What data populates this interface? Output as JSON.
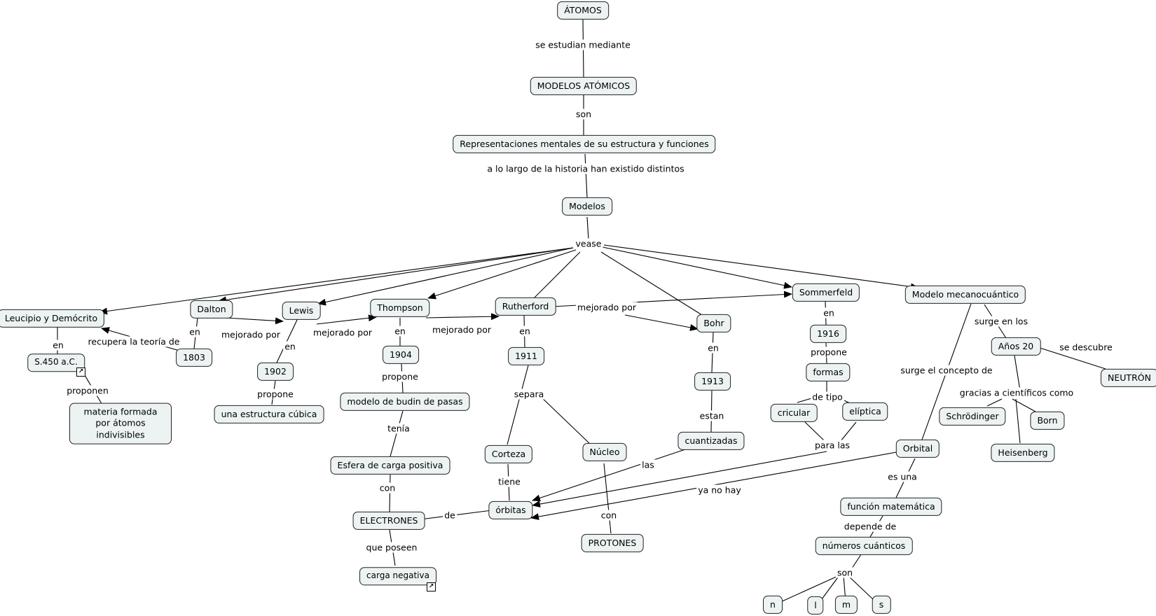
{
  "nodes": {
    "atomos": "ÁTOMOS",
    "modelos_atomicos": "MODELOS ATÓMICOS",
    "representaciones": "Representaciones mentales de su estructura y funciones",
    "modelos": "Modelos",
    "leucipio": "Leucipio y Demócrito",
    "s450": "S.450 a.C.",
    "materia": "materia formada por átomos indivisibles",
    "dalton": "Dalton",
    "y1803": "1803",
    "lewis": "Lewis",
    "y1902": "1902",
    "cubica": "una estructura cúbica",
    "thompson": "Thompson",
    "y1904": "1904",
    "budin": "modelo de budin de pasas",
    "esfera": "Esfera de carga positiva",
    "electrones": "ELECTRONES",
    "carga_neg": "carga negativa",
    "rutherford": "Rutherford",
    "y1911": "1911",
    "corteza": "Corteza",
    "nucleo": "Núcleo",
    "orbitas": "órbitas",
    "protones": "PROTONES",
    "bohr": "Bohr",
    "y1913": "1913",
    "cuantizadas": "cuantizadas",
    "sommerfeld": "Sommerfeld",
    "y1916": "1916",
    "formas": "formas",
    "circular": "cricular",
    "eliptica": "elíptica",
    "mecanocuantico": "Modelo mecanocuántico",
    "anos20": "Años 20",
    "neutron": "NEUTRÓN",
    "schrodinger": "Schrödinger",
    "born": "Born",
    "heisenberg": "Heisenberg",
    "orbital": "Orbital",
    "funcion": "función matemática",
    "numeros": "números cuánticos",
    "n": "n",
    "l": "l",
    "m": "m",
    "s": "s"
  },
  "links": {
    "se_estudian": "se estudian mediante",
    "son1": "son",
    "a_lo_largo": "a lo largo de la historia han existido distintos",
    "vease": "vease",
    "en_leucipio": "en",
    "proponen": "proponen",
    "recupera": "recupera la teoría de",
    "en_dalton": "en",
    "mejorado_dalton": "mejorado por",
    "en_lewis": "en",
    "propone_lewis": "propone",
    "mejorado_lewis": "mejorado por",
    "en_thompson": "en",
    "propone_thompson": "propone",
    "tenia": "tenía",
    "con_esfera": "con",
    "que_poseen": "que poseen",
    "mejorado_thompson": "mejorado por",
    "en_rutherford": "en",
    "separa": "separa",
    "tiene": "tiene",
    "con_nucleo": "con",
    "de": "de",
    "mejorado_rutherford": "mejorado por",
    "en_bohr": "en",
    "estan": "estan",
    "las": "las",
    "en_sommerfeld": "en",
    "propone_sommerfeld": "propone",
    "de_tipo": "de tipo",
    "para_las": "para las",
    "surge_en_los": "surge en los",
    "se_descubre": "se descubre",
    "gracias": "gracias a científicos como",
    "surge_concepto": "surge el concepto de",
    "ya_no_hay": "ya no hay",
    "es_una": "es una",
    "depende_de": "depende de",
    "son2": "son"
  }
}
